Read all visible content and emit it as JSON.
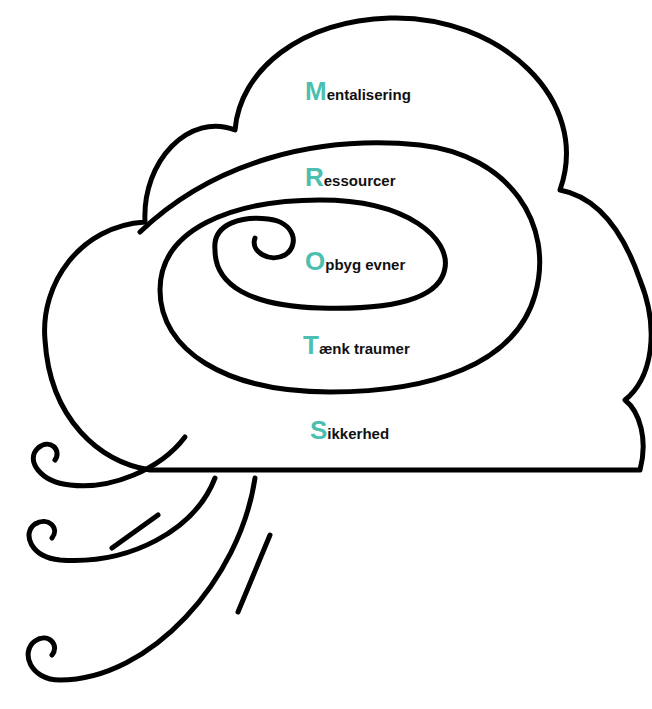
{
  "diagram": {
    "labels": [
      "Mentalisering",
      "Ressourcer",
      "Opbyg evner",
      "Tænk traumer",
      "Sikkerhed"
    ]
  }
}
